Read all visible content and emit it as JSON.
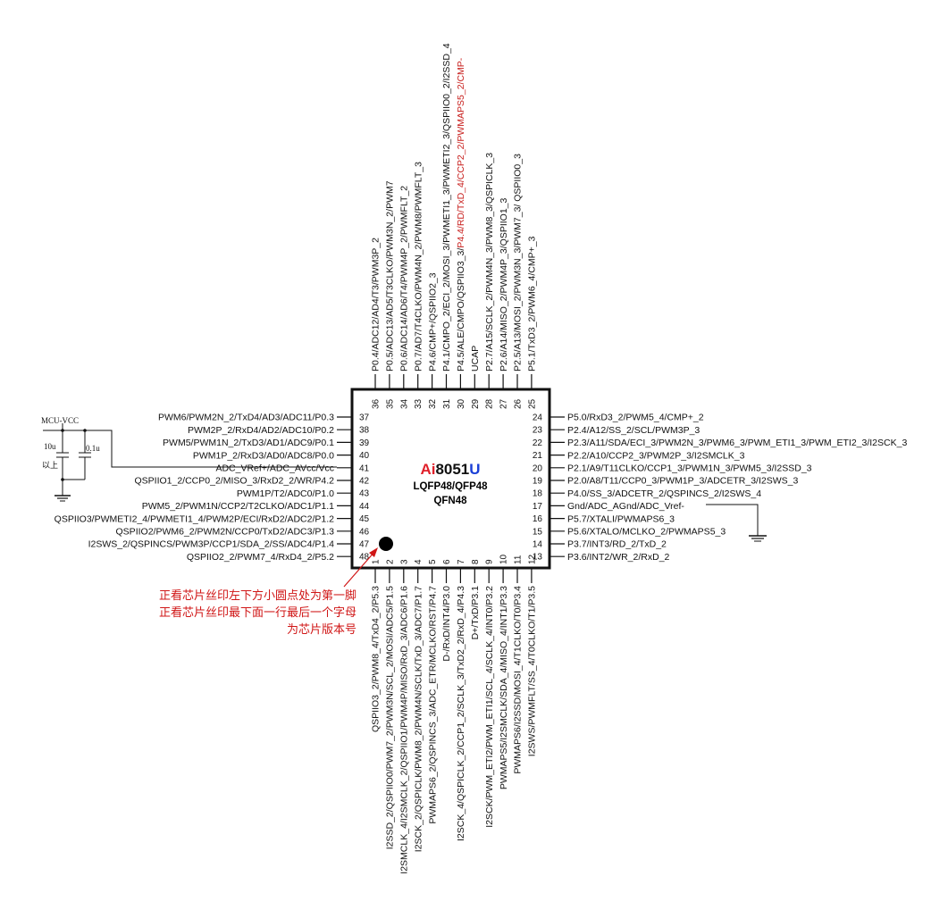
{
  "chip": {
    "brand_prefix": "Ai",
    "brand_number": "8051",
    "brand_suffix": "U",
    "package_line1": "LQFP48/QFP48",
    "package_line2": "QFN48",
    "colors": {
      "prefix": "#e0202a",
      "number": "#111111",
      "suffix": "#1a3fd6",
      "note": "#d01616",
      "highlight": "#c8201e"
    }
  },
  "pins": {
    "left": [
      {
        "num": "37",
        "label": "PWM6/PWM2N_2/TxD4/AD3/ADC11/P0.3"
      },
      {
        "num": "38",
        "label": "PWM2P_2/RxD4/AD2/ADC10/P0.2"
      },
      {
        "num": "39",
        "label": "PWM5/PWM1N_2/TxD3/AD1/ADC9/P0.1"
      },
      {
        "num": "40",
        "label": "PWM1P_2/RxD3/AD0/ADC8/P0.0"
      },
      {
        "num": "41",
        "label": "ADC_VRef+/ADC_AVcc/Vcc"
      },
      {
        "num": "42",
        "label": "QSPIIO1_2/CCP0_2/MISO_3/RxD2_2/WR/P4.2"
      },
      {
        "num": "43",
        "label": "PWM1P/T2/ADC0/P1.0"
      },
      {
        "num": "44",
        "label": "PWM5_2/PWM1N/CCP2/T2CLKO/ADC1/P1.1"
      },
      {
        "num": "45",
        "label": "QSPIIO3/PWMETI2_4/PWMETI1_4/PWM2P/ECI/RxD2/ADC2/P1.2"
      },
      {
        "num": "46",
        "label": "QSPIIO2/PWM6_2/PWM2N/CCP0/TxD2/ADC3/P1.3"
      },
      {
        "num": "47",
        "label": "I2SWS_2/QSPINCS/PWM3P/CCP1/SDA_2/SS/ADC4/P1.4"
      },
      {
        "num": "48",
        "label": "QSPIIO2_2/PWM7_4/RxD4_2/P5.2"
      }
    ],
    "right": [
      {
        "num": "24",
        "label": "P5.0/RxD3_2/PWM5_4/CMP+_2"
      },
      {
        "num": "23",
        "label": "P2.4/A12/SS_2/SCL/PWM3P_3"
      },
      {
        "num": "22",
        "label": "P2.3/A11/SDA/ECI_3/PWM2N_3/PWM6_3/PWM_ETI1_3/PWM_ETI2_3/I2SCK_3"
      },
      {
        "num": "21",
        "label": "P2.2/A10/CCP2_3/PWM2P_3/I2SMCLK_3"
      },
      {
        "num": "20",
        "label": "P2.1/A9/T11CLKO/CCP1_3/PWM1N_3/PWM5_3/I2SSD_3"
      },
      {
        "num": "19",
        "label": "P2.0/A8/T11/CCP0_3/PWM1P_3/ADCETR_3/I2SWS_3"
      },
      {
        "num": "18",
        "label": "P4.0/SS_3/ADCETR_2/QSPINCS_2/I2SWS_4"
      },
      {
        "num": "17",
        "label": "Gnd/ADC_AGnd/ADC_Vref-"
      },
      {
        "num": "16",
        "label": "P5.7/XTALI/PWMAPS6_3"
      },
      {
        "num": "15",
        "label": "P5.6/XTALO/MCLKO_2/PWMAPS5_3"
      },
      {
        "num": "14",
        "label": "P3.7/INT3/RD_2/TxD_2"
      },
      {
        "num": "13",
        "label": "P3.6/INT2/WR_2/RxD_2"
      }
    ],
    "top": [
      {
        "num": "36",
        "label": "P0.4/ADC12/AD4/T3/PWM3P_2"
      },
      {
        "num": "35",
        "label": "P0.5/ADC13/AD5/T3CLKO/PWM3N_2/PWM7"
      },
      {
        "num": "34",
        "label": "P0.6/ADC14/AD6/T4/PWM4P_2/PWMFLT_2"
      },
      {
        "num": "33",
        "label": "P0.7/AD7/T4CLKO/PWM4N_2/PWM8/PWMFLT_3"
      },
      {
        "num": "32",
        "label": "P4.6/CMP+/QSPIIO2_3"
      },
      {
        "num": "31",
        "label": "P4.1/CMPO_2/ECI_2/MOSI_3/PWMETI1_3/PWMETI2_3/QSPIIO0_2/I2SSD_4"
      },
      {
        "num": "30",
        "label": "P4.5/ALE/CMPO/QSPIIO3_3/",
        "label_red": "P4.4/RD/TxD_4/CCP2_2/PWMAPS5_2/CMP-"
      },
      {
        "num": "29",
        "label": "UCAP"
      },
      {
        "num": "28",
        "label": "P2.7/A15/SCLK_2/PWM4N_3/PWM8_3/QSPICLK_3"
      },
      {
        "num": "27",
        "label": "P2.6/A14/MISO_2/PWM4P_3/QSPIIO1_3"
      },
      {
        "num": "26",
        "label": "P2.5/A13/MOSI_2/PWM3N_3/PWM7_3/ QSPIIO0_3"
      },
      {
        "num": "25",
        "label": "P5.1/TxD3_2/PWM6_4/CMP+_3"
      }
    ],
    "bottom": [
      {
        "num": "1",
        "label": "QSPIIO3_2/PWM8_4/TxD4_2/P5.3"
      },
      {
        "num": "2",
        "label": "I2SSD_2/QSPIIO0/PWM7_2/PWM3N/SCL_2/MOSI/ADC5/P1.5"
      },
      {
        "num": "3",
        "label": "I2SMCLK_4/I2SMCLK_2/QSPIIO1/PWM4P/MISO/RxD_3/ADC6/P1.6"
      },
      {
        "num": "4",
        "label": "I2SCK_2/QSPICLK/PWM8_2/PWM4N/SCLK/TxD_3/ADC7/P1.7"
      },
      {
        "num": "5",
        "label": "PWMAPS6_2/QSPINCS_3/ADC_ETR/MCLKO/RST/P4.7"
      },
      {
        "num": "6",
        "label": "D-/RxD/INT4/P3.0"
      },
      {
        "num": "7",
        "label": "I2SCK_4/QSPICLK_2/CCP1_2/SCLK_3/TxD2_2/RxD_4/P4.3"
      },
      {
        "num": "8",
        "label": "D+/TxD/P3.1"
      },
      {
        "num": "9",
        "label": "I2SCK/PWM_ETI2/PWM_ETI1/SCL_4/SCLK_4/INT0/P3.2"
      },
      {
        "num": "10",
        "label": "PWMAPS5/I2SMCLK/SDA_4/MISO_4/INT1/P3.3"
      },
      {
        "num": "11",
        "label": "PWMAPS6/I2SSD/MOSI_4/T1CLKO/T0/P3.4"
      },
      {
        "num": "12",
        "label": "I2SWS/PWMFLT/SS_4/T0CLKO/T1/P3.5"
      }
    ]
  },
  "power": {
    "net_label": "MCU-VCC",
    "cap1_label": "10u",
    "cap1_note": "以上",
    "cap2_label": "0.1u"
  },
  "note": {
    "lines": [
      "正看芯片丝印左下方小圆点处为第一脚",
      "正看芯片丝印最下面一行最后一个字母",
      "为芯片版本号"
    ]
  }
}
